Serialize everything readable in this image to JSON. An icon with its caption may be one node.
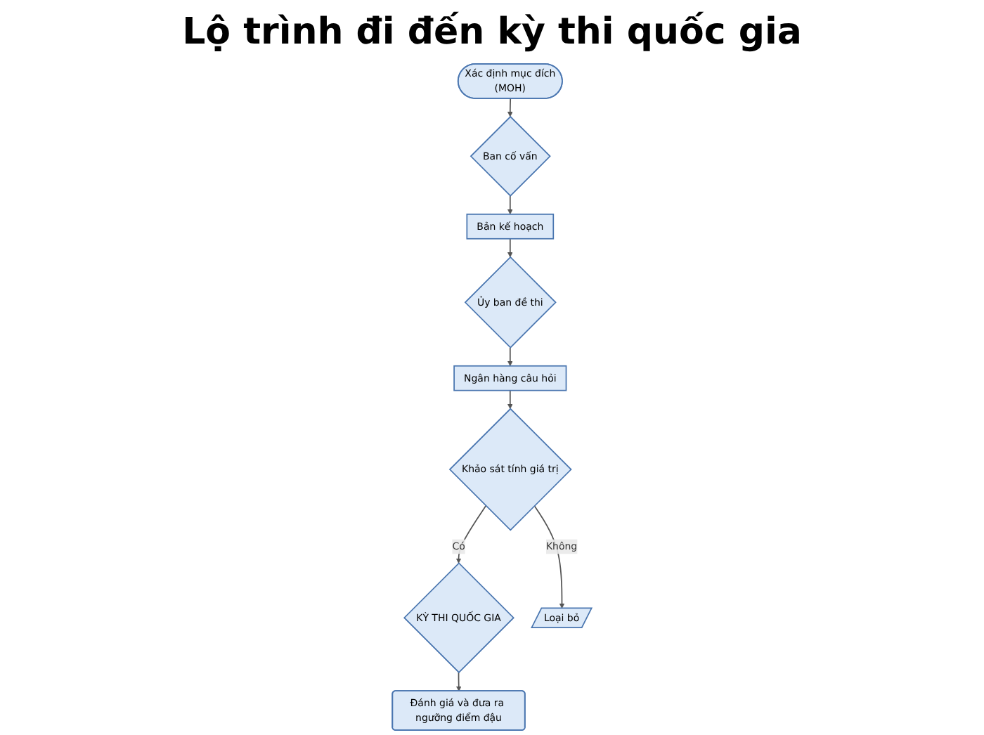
{
  "diagram": {
    "title": "Lộ trình đi đến kỳ thi quốc gia",
    "nodes": [
      {
        "text": [
          "Xác định mục đích",
          "(MOH)"
        ]
      },
      {
        "text": [
          "Ban cố vấn"
        ]
      },
      {
        "text": [
          "Bản kế hoạch"
        ]
      },
      {
        "text": [
          "Ủy ban đề thi"
        ]
      },
      {
        "text": [
          "Ngân hàng câu hỏi"
        ]
      },
      {
        "text": [
          "Khảo sát tính giá trị"
        ]
      },
      {
        "text": [
          "KỲ THI QUỐC GIA"
        ]
      },
      {
        "text": [
          "Loại bỏ"
        ]
      },
      {
        "text": [
          "Đánh giá và đưa ra ngưỡng điểm đậu"
        ]
      }
    ],
    "edges": [
      {
        "from": 0,
        "to": 1,
        "arrow": "to"
      },
      {
        "from": 1,
        "to": 2,
        "arrow": "to"
      },
      {
        "from": 2,
        "to": 3,
        "arrow": "to"
      },
      {
        "from": 3,
        "to": 4,
        "arrow": "to"
      },
      {
        "from": 4,
        "to": 5,
        "arrow": "to"
      },
      {
        "from": 5,
        "to": 6,
        "arrow": "to",
        "label": "Có"
      },
      {
        "from": 5,
        "to": 7,
        "arrow": "to",
        "label": "Không"
      },
      {
        "from": 6,
        "to": 8,
        "arrow": "to"
      }
    ]
  }
}
